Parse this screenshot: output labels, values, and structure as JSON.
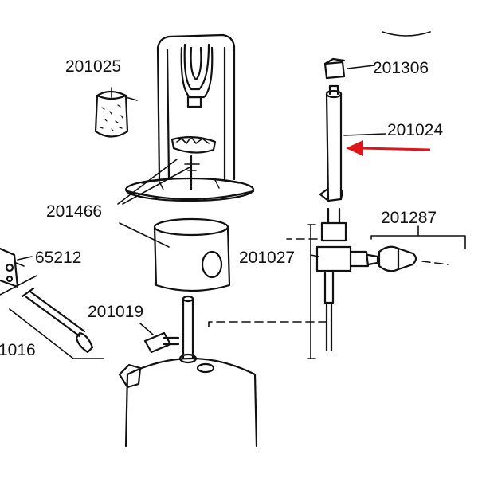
{
  "colors": {
    "ink": "#111111",
    "paper": "#ffffff",
    "highlight_arrow": "#e0141b"
  },
  "parts": {
    "p201025": "201025",
    "p201306": "201306",
    "p201024": "201024",
    "p201466": "201466",
    "p201287": "201287",
    "p65212": "65212",
    "p201027": "201027",
    "p201019": "201019",
    "p201016": "1016"
  },
  "highlighted_part": "201024"
}
